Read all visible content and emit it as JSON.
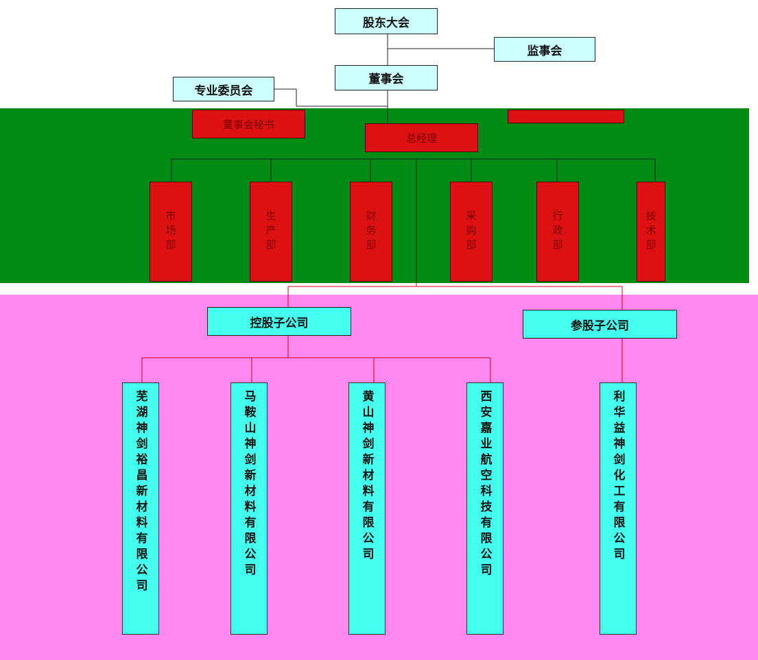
{
  "top": {
    "shareholders": "股东大会",
    "supervisors": "监事会",
    "board": "董事会",
    "committees": "专业委员会",
    "board_office": "董事会秘书",
    "general_manager": "总经理"
  },
  "departments": [
    "市场部",
    "生产部",
    "财务部",
    "采购部",
    "行政部",
    "技术部"
  ],
  "subsidiaries": {
    "controlled": "控股子公司",
    "participating": "参股子公司"
  },
  "companies": {
    "controlled": [
      "芜湖神剑裕昌新材料有限公司",
      "马鞍山神剑新材料有限公司",
      "黄山神剑新材料有限公司",
      "西安嘉业航空科技有限公司"
    ],
    "participating": [
      "利华益神剑化工有限公司"
    ]
  },
  "colors": {
    "green_band": "#008c14",
    "pink_band": "#ff88ee",
    "dept_red": "#dd1111",
    "cyan": "#44ffee",
    "light_cyan": "#ccffff"
  }
}
